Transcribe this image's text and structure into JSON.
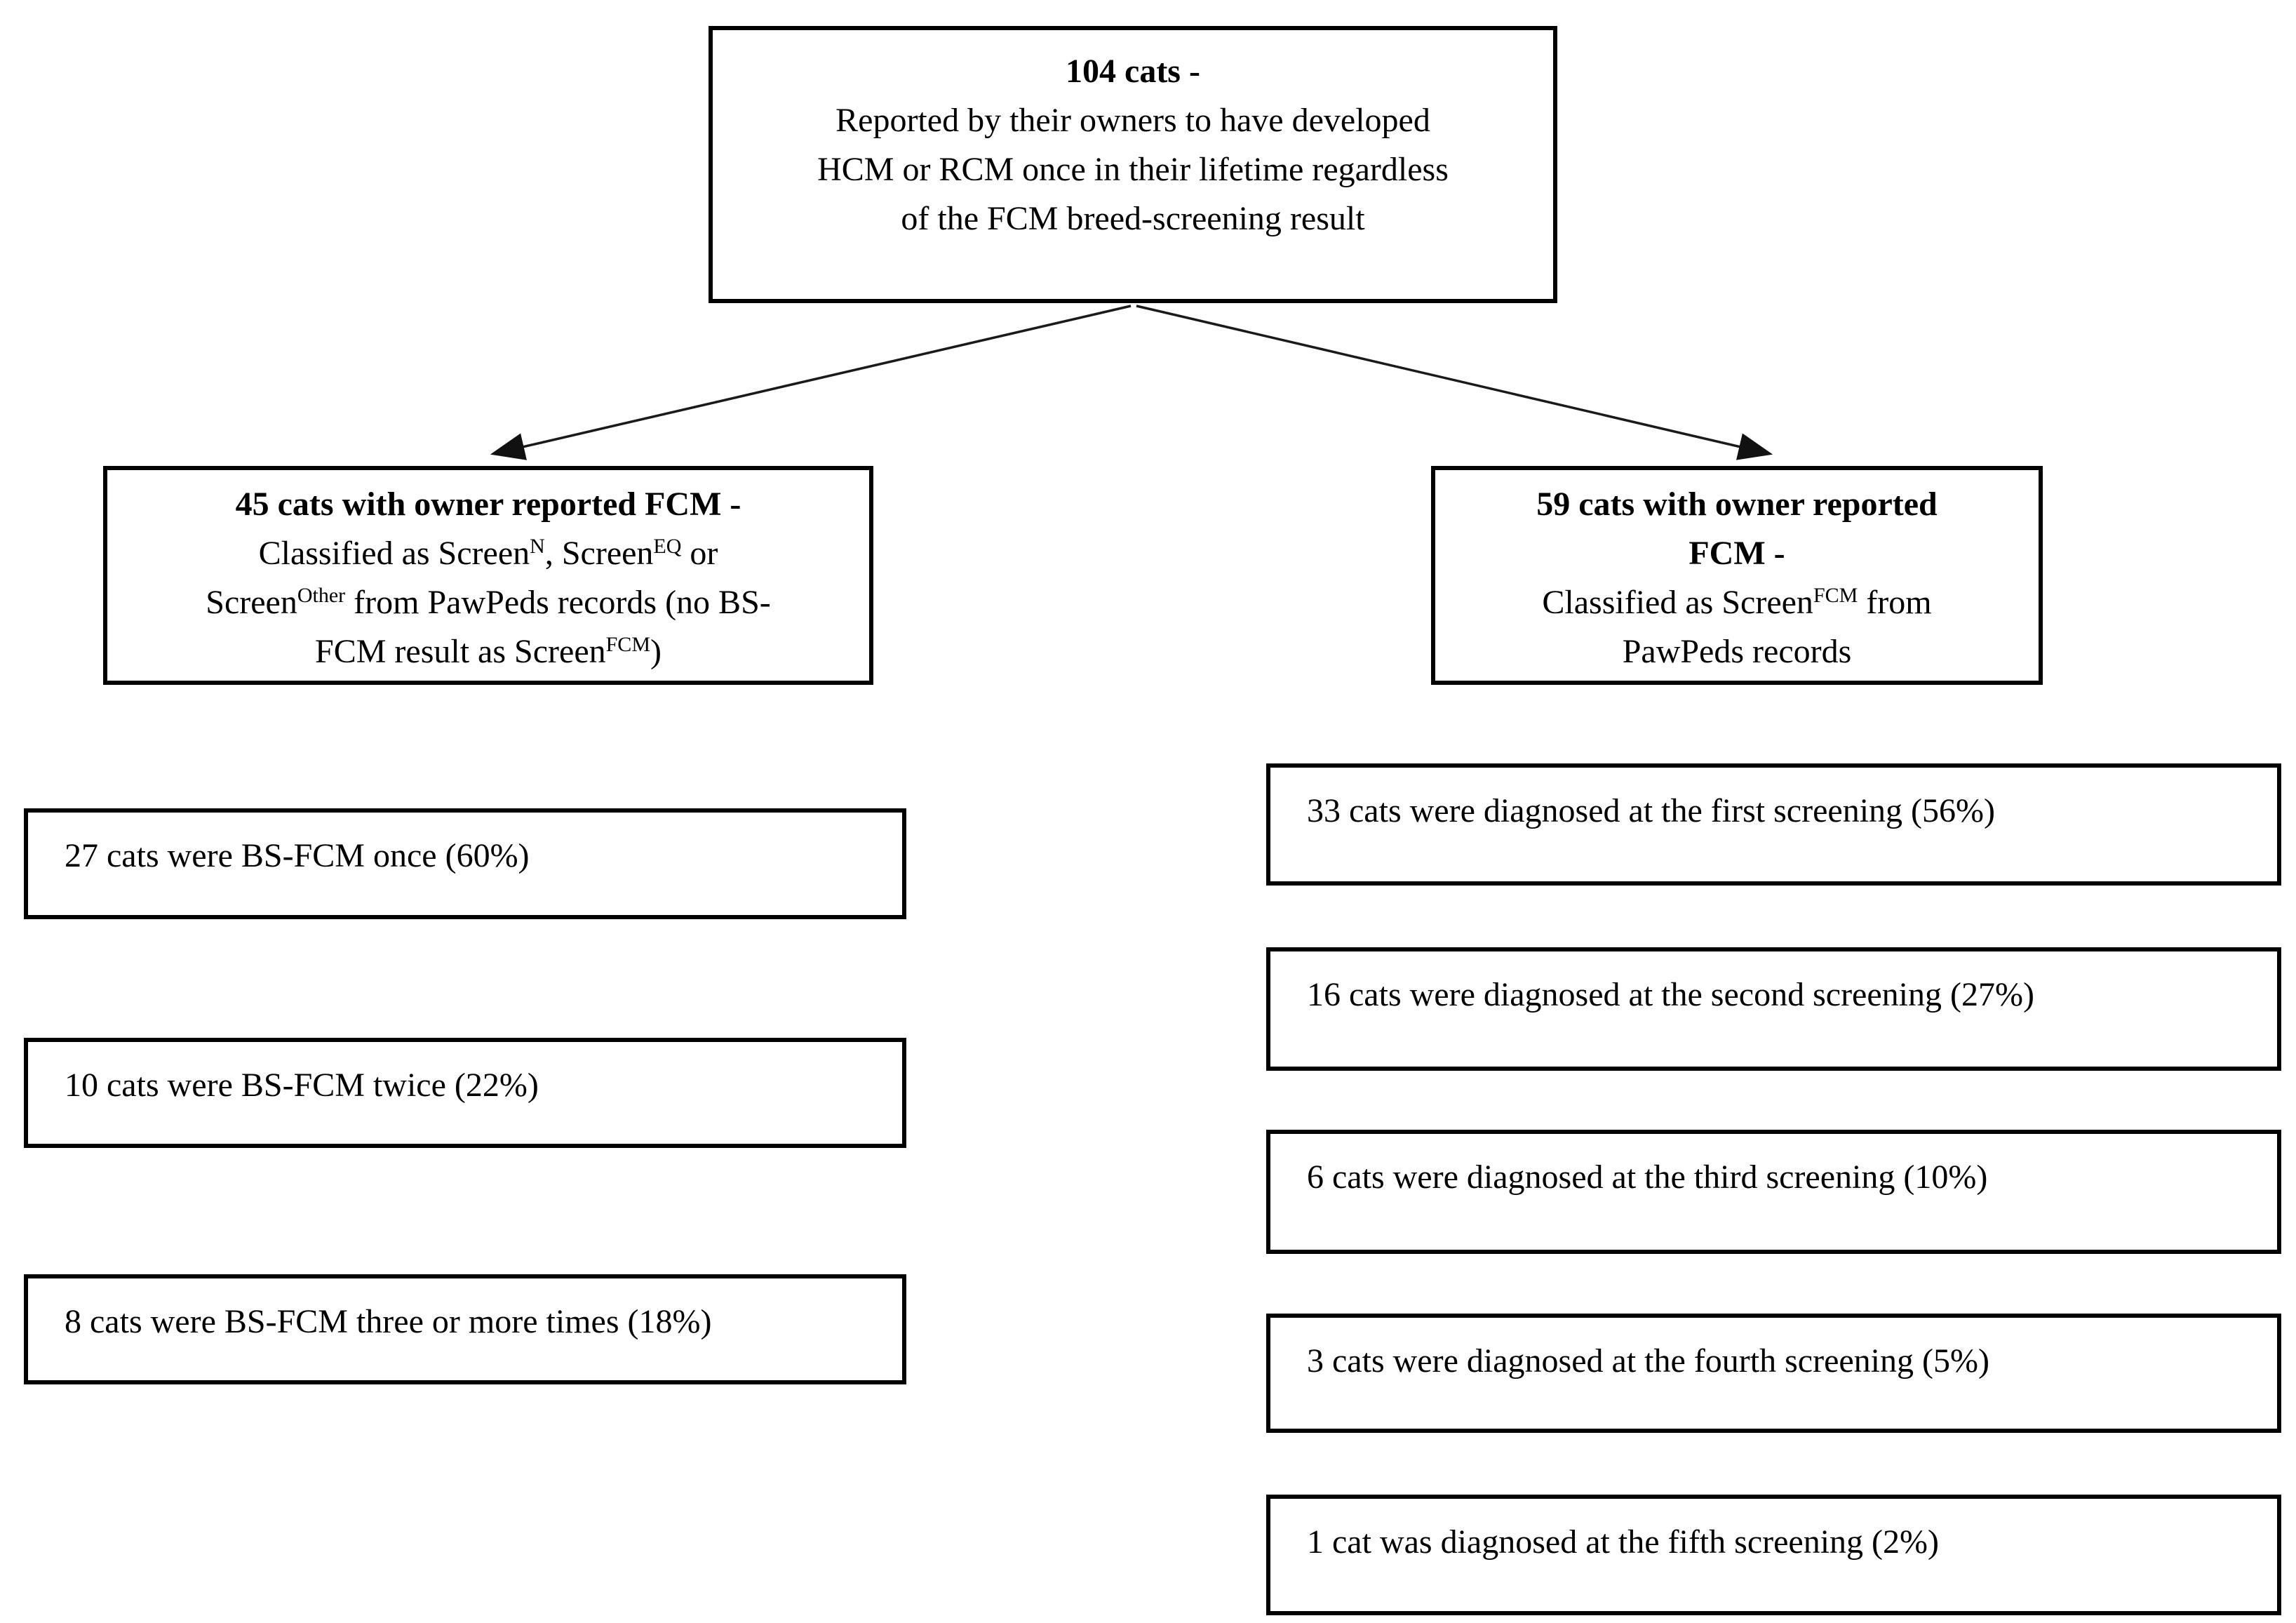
{
  "colors": {
    "background": "#ffffff",
    "border": "#000000",
    "text": "#000000",
    "arrow": "#1a1a1a"
  },
  "root_box": {
    "title": "104 cats -",
    "line2": "Reported by their owners to have developed",
    "line3": "HCM or RCM once in their lifetime regardless",
    "line4": "of the FCM breed-screening result"
  },
  "left_branch_box": {
    "title": "45 cats with owner reported FCM -",
    "l2a": "Classified as Screen",
    "l2sup1": "N",
    "l2b": ", Screen",
    "l2sup2": "EQ",
    "l2c": " or",
    "l3a": "Screen",
    "l3sup": "Other",
    "l3b": " from PawPeds records (no BS-",
    "l4a": "FCM result as Screen",
    "l4sup": "FCM",
    "l4b": ")"
  },
  "right_branch_box": {
    "title1": "59 cats with owner reported",
    "title2": "FCM -",
    "l3a": "Classified as Screen",
    "l3sup": "FCM",
    "l3b": " from",
    "l4": "PawPeds records"
  },
  "left_leaves": [
    {
      "label": "27 cats were BS-FCM once (60%)"
    },
    {
      "label": "10 cats were BS-FCM twice (22%)"
    },
    {
      "label": "8 cats were BS-FCM three or more times (18%)"
    }
  ],
  "right_leaves": [
    {
      "label": "33 cats were diagnosed at the first screening (56%)"
    },
    {
      "label": "16 cats were diagnosed at the second screening (27%)"
    },
    {
      "label": "6 cats were diagnosed at the third screening (10%)"
    },
    {
      "label": "3 cats were diagnosed at the fourth screening (5%)"
    },
    {
      "label": "1 cat was diagnosed at the fifth screening (2%)"
    }
  ]
}
